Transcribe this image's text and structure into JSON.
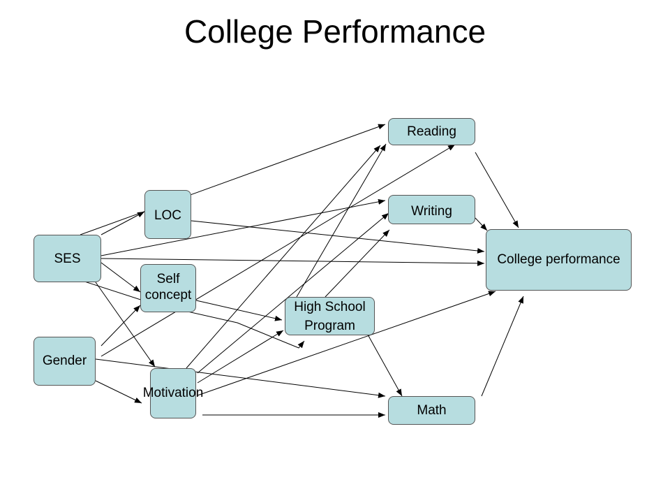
{
  "title": "College Performance",
  "colors": {
    "node_fill": "#b7dde0",
    "node_border": "#555555",
    "edge": "#000000"
  },
  "nodes": {
    "ses": "SES",
    "gender": "Gender",
    "loc": "LOC",
    "self_concept_line1": "Self",
    "self_concept_line2": "concept",
    "motivation": "Motivation",
    "high_school_line1": "High School",
    "high_school_line2": "Program",
    "reading": "Reading",
    "writing": "Writing",
    "math": "Math",
    "college_performance": "College performance"
  },
  "edges": [
    {
      "from": "SES",
      "to": "LOC"
    },
    {
      "from": "SES",
      "to": "Reading"
    },
    {
      "from": "SES",
      "to": "Writing"
    },
    {
      "from": "SES",
      "to": "College performance"
    },
    {
      "from": "SES",
      "to": "Self concept"
    },
    {
      "from": "SES",
      "to": "High School Program"
    },
    {
      "from": "SES",
      "to": "Motivation"
    },
    {
      "from": "Gender",
      "to": "Self concept"
    },
    {
      "from": "Gender",
      "to": "Reading"
    },
    {
      "from": "Gender",
      "to": "Math"
    },
    {
      "from": "Gender",
      "to": "Motivation"
    },
    {
      "from": "LOC",
      "to": "College performance"
    },
    {
      "from": "Self concept",
      "to": "High School Program"
    },
    {
      "from": "Motivation",
      "to": "Reading"
    },
    {
      "from": "Motivation",
      "to": "Writing"
    },
    {
      "from": "Motivation",
      "to": "High School Program"
    },
    {
      "from": "Motivation",
      "to": "College performance"
    },
    {
      "from": "Motivation",
      "to": "Math"
    },
    {
      "from": "High School Program",
      "to": "Reading"
    },
    {
      "from": "High School Program",
      "to": "Writing"
    },
    {
      "from": "High School Program",
      "to": "Math"
    },
    {
      "from": "Reading",
      "to": "College performance"
    },
    {
      "from": "Writing",
      "to": "College performance"
    },
    {
      "from": "Math",
      "to": "College performance"
    }
  ]
}
